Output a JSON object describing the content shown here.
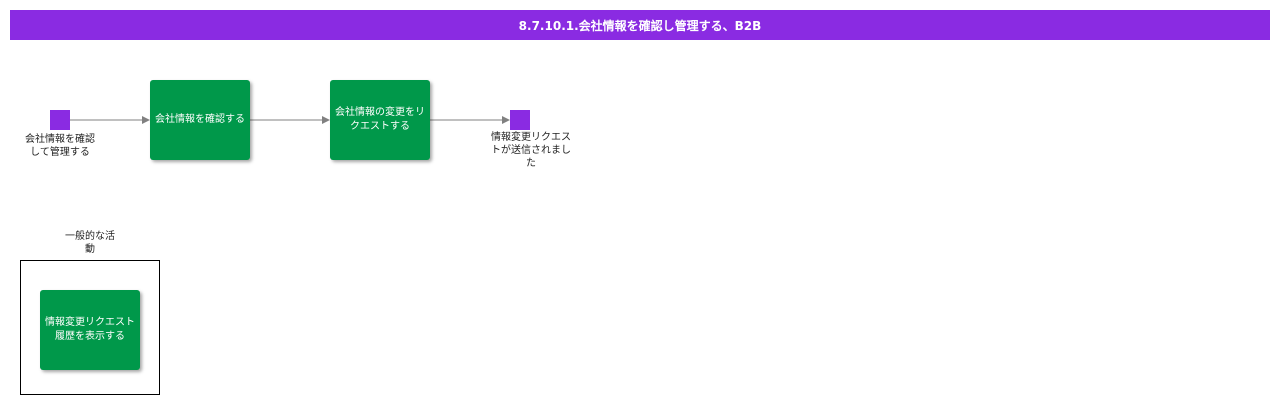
{
  "title": "8.7.10.1.会社情報を確認し管理する、B2B",
  "flow": {
    "start_event": {
      "label": "会社情報を確認して管理する"
    },
    "task_confirm": {
      "label": "会社情報を確認する"
    },
    "task_request": {
      "label": "会社情報の変更をリクエストする"
    },
    "end_event": {
      "label": "情報変更リクエストが送信されました"
    }
  },
  "legend": {
    "title": "一般的な活動",
    "task": {
      "label": "情報変更リクエスト履歴を表示する"
    }
  },
  "colors": {
    "title_bar": "#8a2be2",
    "event": "#8a2be2",
    "task": "#00984a",
    "connector": "#808080"
  }
}
